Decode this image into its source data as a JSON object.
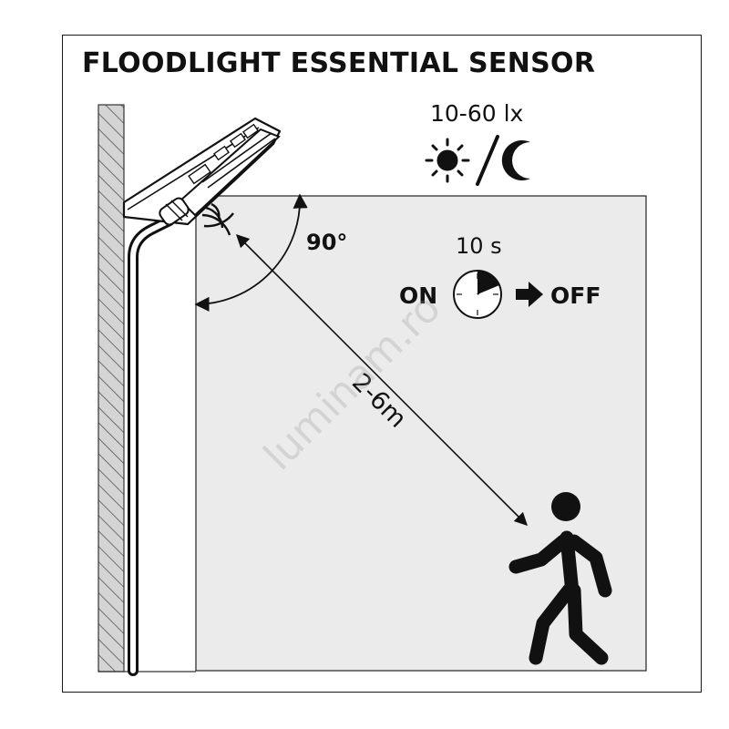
{
  "title": "FLOODLIGHT ESSENTIAL SENSOR",
  "lux_range": "10-60 lx",
  "angle": "90°",
  "timer": "10 s",
  "on_label": "ON",
  "off_label": "OFF",
  "distance": "2-6m",
  "watermark": "luminam.ro",
  "icons": [
    "wall",
    "floodlight",
    "motion-sensor-waves",
    "sun-icon",
    "moon-icon",
    "clock-icon",
    "arrow-right-icon",
    "walking-person-icon"
  ],
  "colors": {
    "detection_zone": "#ebebeb",
    "ink": "#111111",
    "wall_hatch": "#cfcfcf"
  }
}
